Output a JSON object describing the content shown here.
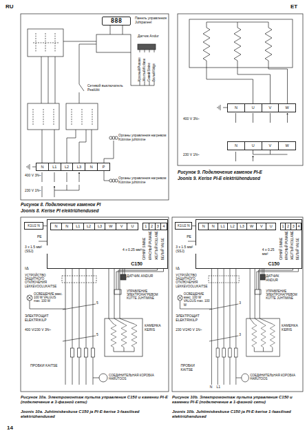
{
  "diagram": {
    "nodes": [
      {
        "text": [
          "888"
        ]
      },
      {
        "text": [
          "N",
          "L1",
          "L2",
          "L3",
          "N",
          "P"
        ]
      },
      {
        "text": [
          "N",
          "U",
          "V",
          "W"
        ]
      },
      {
        "text": [
          "N",
          "U",
          "V",
          "W"
        ]
      },
      {
        "text": [
          "C150"
        ]
      },
      {
        "text": [
          "N",
          "N",
          "L1",
          "L2",
          "L3",
          "W",
          "V",
          "U"
        ],
        "in": 4
      },
      {
        "text": [
          "1",
          "2",
          "3",
          "4"
        ],
        "in": 4
      },
      {
        "text": [
          "K1U2 N"
        ]
      },
      {
        "text": [
          "C150"
        ]
      },
      {
        "text": [
          "N",
          "N",
          "L1",
          "L2",
          "L3",
          "W",
          "V",
          "U"
        ],
        "in": 8
      },
      {
        "text": [
          "1",
          "2",
          "3",
          "4"
        ],
        "in": 8
      },
      {
        "text": [
          "K1U2 N"
        ]
      }
    ],
    "edges": [
      {
        "from": 7,
        "to": 5,
        "arrow": "none"
      },
      {
        "from": 11,
        "to": 9,
        "arrow": "none"
      }
    ],
    "labels": [
      "RU",
      "ET",
      "Панель управления Juhtpaneel",
      "Датчик Andur",
      "Красный/Punane",
      "Желтый/Kollane",
      "Синий/Sinine",
      "Белый/Valge",
      "Сетевой выключатель Pealüliti",
      "Органы управления нагревом Kütmise juhtimine",
      "400 V 3N~",
      "Органы управления нагревом Kütmise juhtimine",
      "230 V 1N~",
      "Рисунок 8. Подключение каменок PI",
      "Joonis 8. Kerise PI elektriühendused",
      "400 V 3N~",
      "230 V 1N~",
      "Рисунок 9. Подключение каменок PI-E",
      "Joonis 9. Kerise PI-E elektriühendused",
      "PE",
      "3 x 1.5 мм² (SSJ)",
      "4 x 0.25 мм²",
      "СИНИЙ SININE",
      "КРАСНЫЙ PUNANE",
      "ЖЕЛТЫЙ KOLLANE",
      "БЕЛЫЙ VALGE",
      "IΔ",
      "УСТРОЙСТВО ЗАЩИТНОГО ОТКЛЮЧЕНИЯ LEKKEVOOLUKAITSE",
      "ОСВЕЩЕНИЕ макс. 100 W VALGUS max. 100 W",
      "ДАТЧИК ANDUR",
      "УПРАВЛЕНИЕ ЭЛЕКТРОНАГРЕВОМ KÜTTE JUHTIMINE",
      "ЭЛЕКТРОЩИТ ELEKTRIKILP",
      "5",
      "5",
      "400 V/230 V 3N~",
      "КАМЕНКА KERIS",
      "ПРОБКИ KAITSE",
      "СОЕДИНИТЕЛЬНАЯ КОРОБКА HARUTOOS",
      "Рисунок 10a. Электромонтаж пульта управления C150 и каменки PI-E (подключение в 3-фазной сети)",
      "Joonis 10a. Juhtimiskeskuse C150 ja PI-E-kerise 3-faasilised elektriühendused",
      "PE",
      "3 x 1.5 мм² (SSJ)",
      "4 x 0.25 мм²",
      "СИНИЙ SININE",
      "КРАСНЫЙ PUNANE",
      "ЖЕЛТЫЙ KOLLANE",
      "БЕЛЫЙ VALGE",
      "IΔ",
      "УСТРОЙСТВО ЗАЩИТНОГО ОТКЛЮЧЕНИЯ LEKKEVOOLUKAITSE",
      "ОСВЕЩЕНИЕ макс. 100 W VALGUS max. 100 W",
      "ДАТЧИК ANDUR",
      "УПРАВЛЕНИЕ ЭЛЕКТРОНАГРЕВОМ KÜTTE JUHTIMINE",
      "ЭЛЕКТРОЩИТ ELEKTRIKILP",
      "3",
      "3",
      "230 V/240 V 1N~",
      "КАМЕНКА KERIS",
      "N",
      "L1",
      "ПРОБКИ KAITSE",
      "СОЕДИНИТЕЛЬНАЯ КОРОБКА HARUTOOS",
      "Рисунок 10b. Электромонтаж пульта управления C150 и каменки PI-E (подключение в 1-фазной сети)",
      "Joonis 10b. Juhtimiskeskuse C150 ja PI-E-kerise 1-faasilised elektriühendused",
      "14"
    ]
  }
}
